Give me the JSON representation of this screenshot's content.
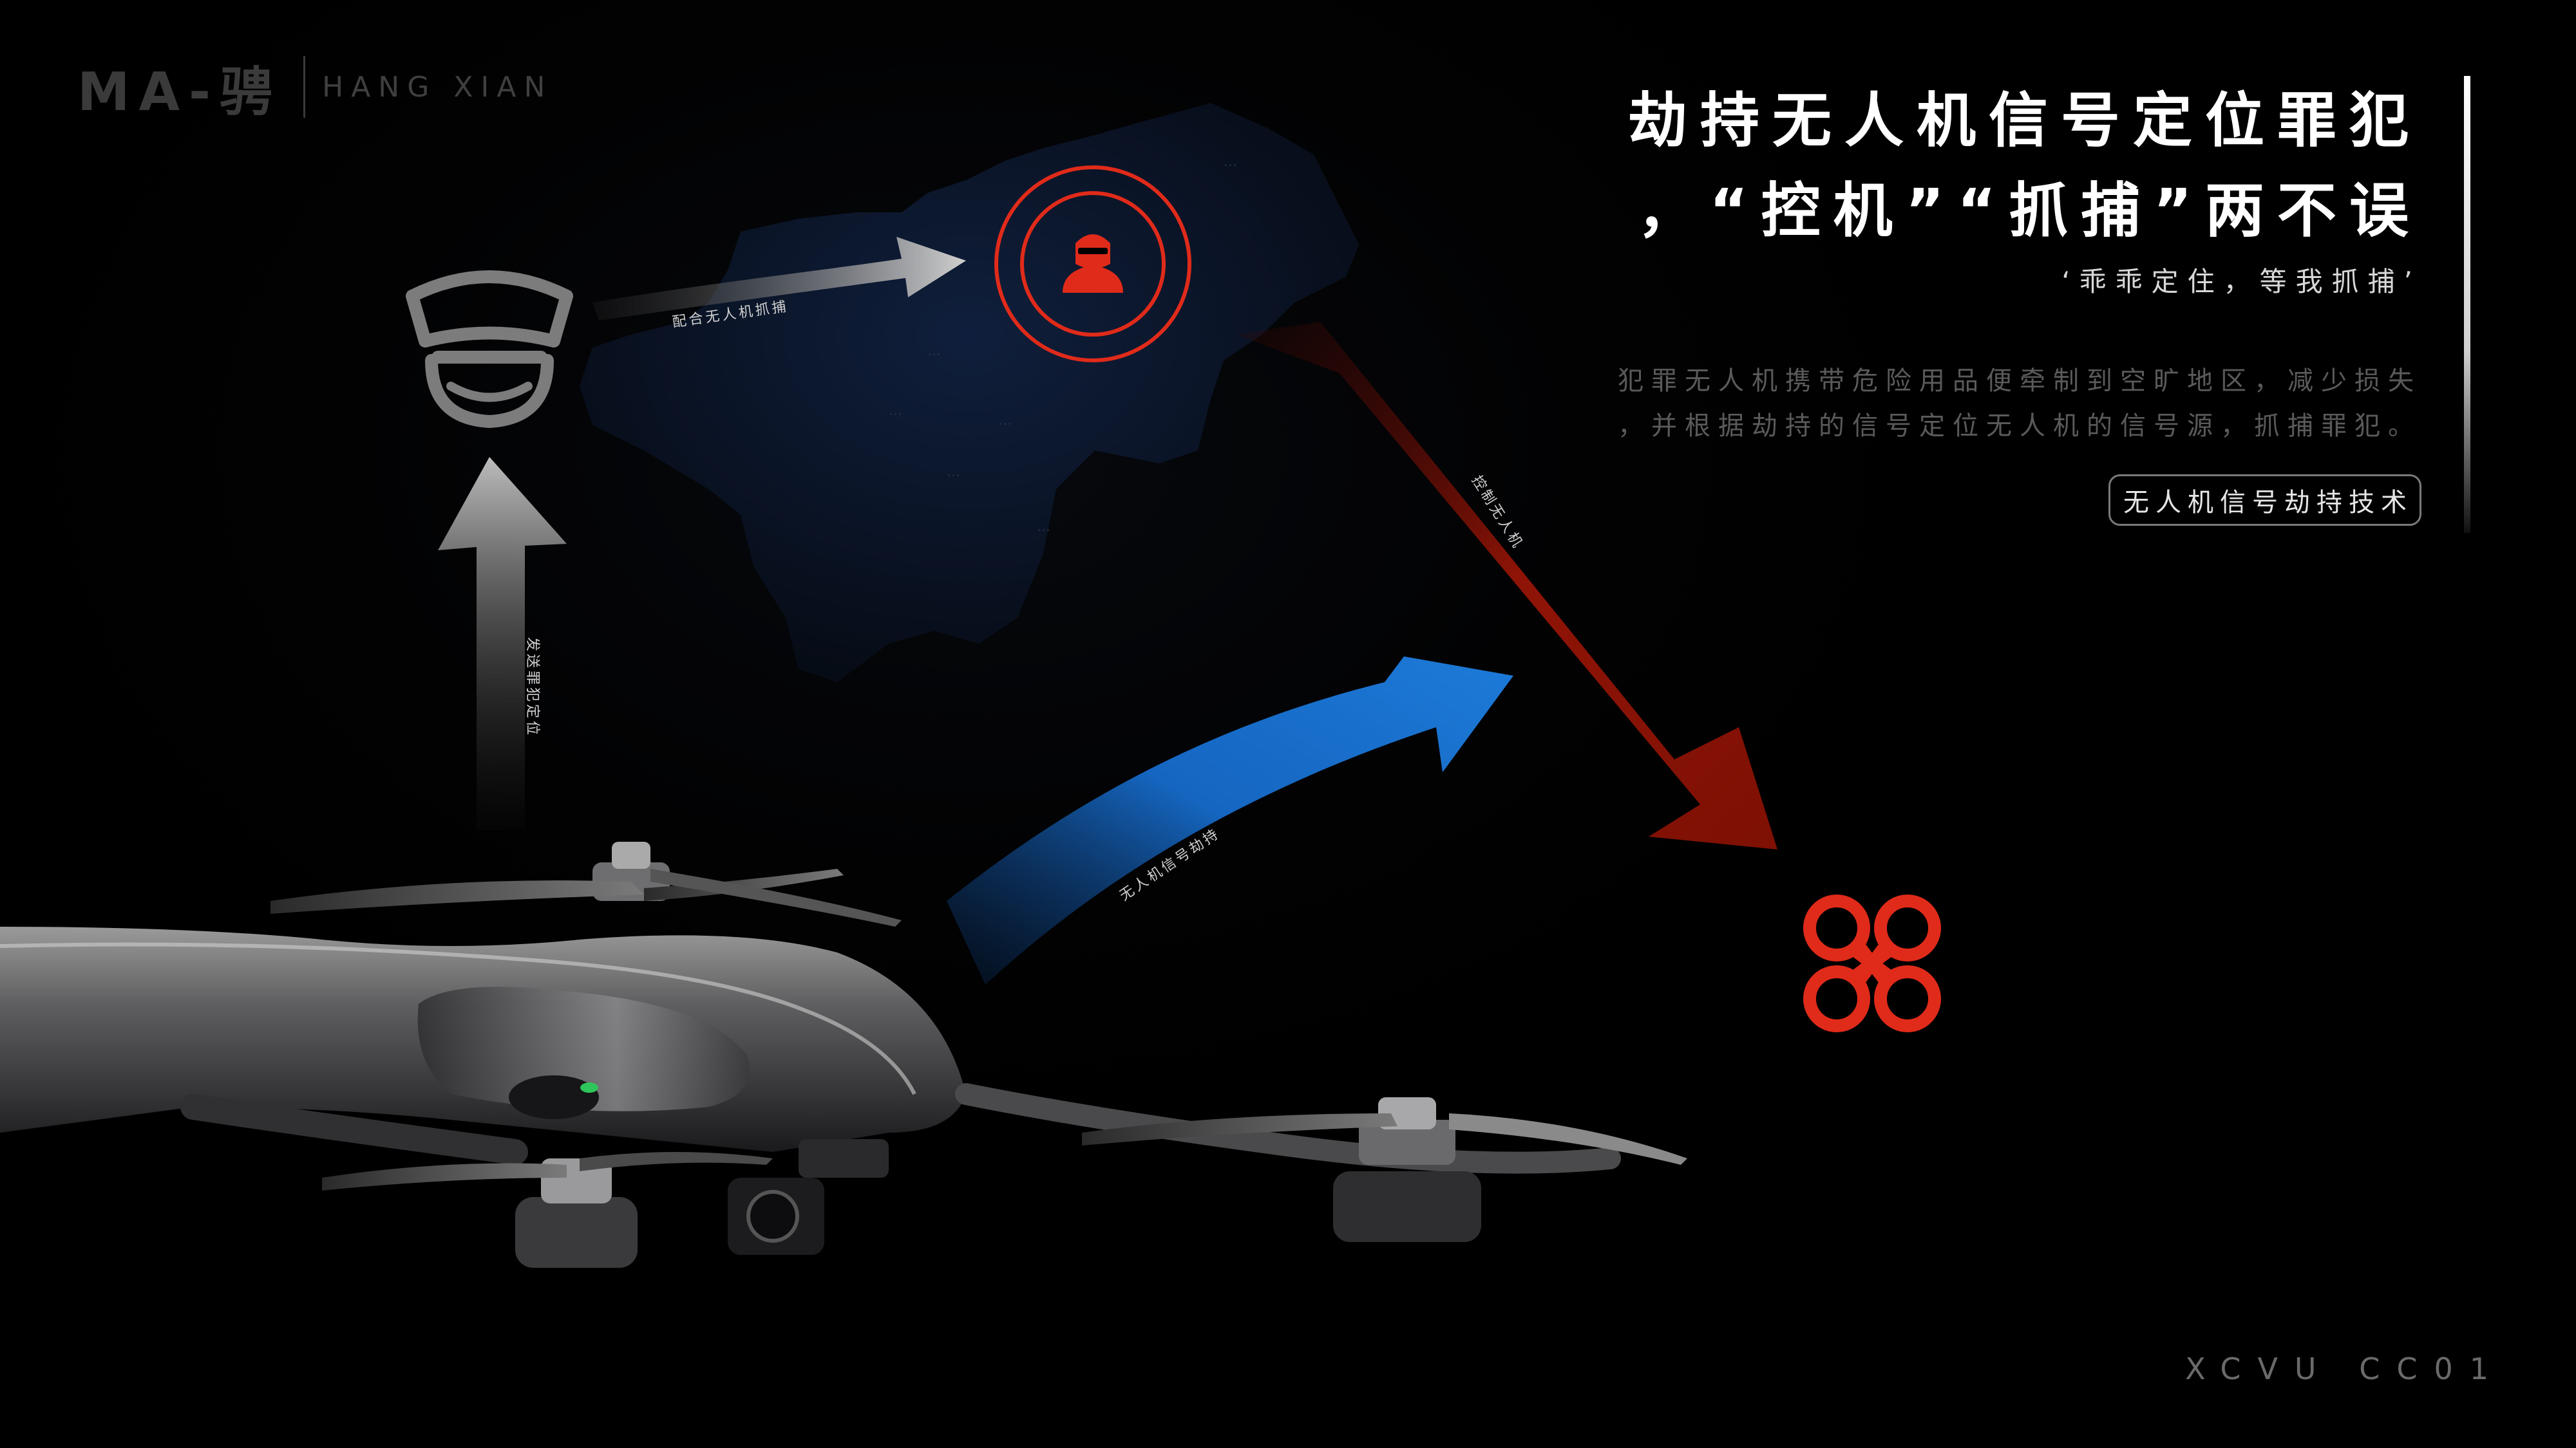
{
  "brand": {
    "main": "MA-骋",
    "sub": "HANG XIAN"
  },
  "title": {
    "line1": "劫持无人机信号定位罪犯",
    "line2": "，“控机”“抓捕”两不误"
  },
  "subtitle": "‘乖乖定住，等我抓捕’",
  "description": {
    "line1": "犯罪无人机携带危险用品便牵制到空旷地区，减少损失",
    "line2": "，并根据劫持的信号定位无人机的信号源，抓捕罪犯。"
  },
  "tag": "无人机信号劫持技术",
  "arrows": {
    "to_criminal": "配合无人机抓捕",
    "to_police": "发送罪犯定位",
    "to_drone": "控制无人机",
    "hijack": "无人机信号劫持"
  },
  "footer_code": "XCVU CC01",
  "colors": {
    "accent_red": "#e02a1a",
    "arrow_blue": "#1a63b8",
    "arrow_red": "#a01608",
    "map_blue": "#0d1a33"
  },
  "icons": [
    "police-officer-icon",
    "criminal-target-icon",
    "drone-icon"
  ]
}
